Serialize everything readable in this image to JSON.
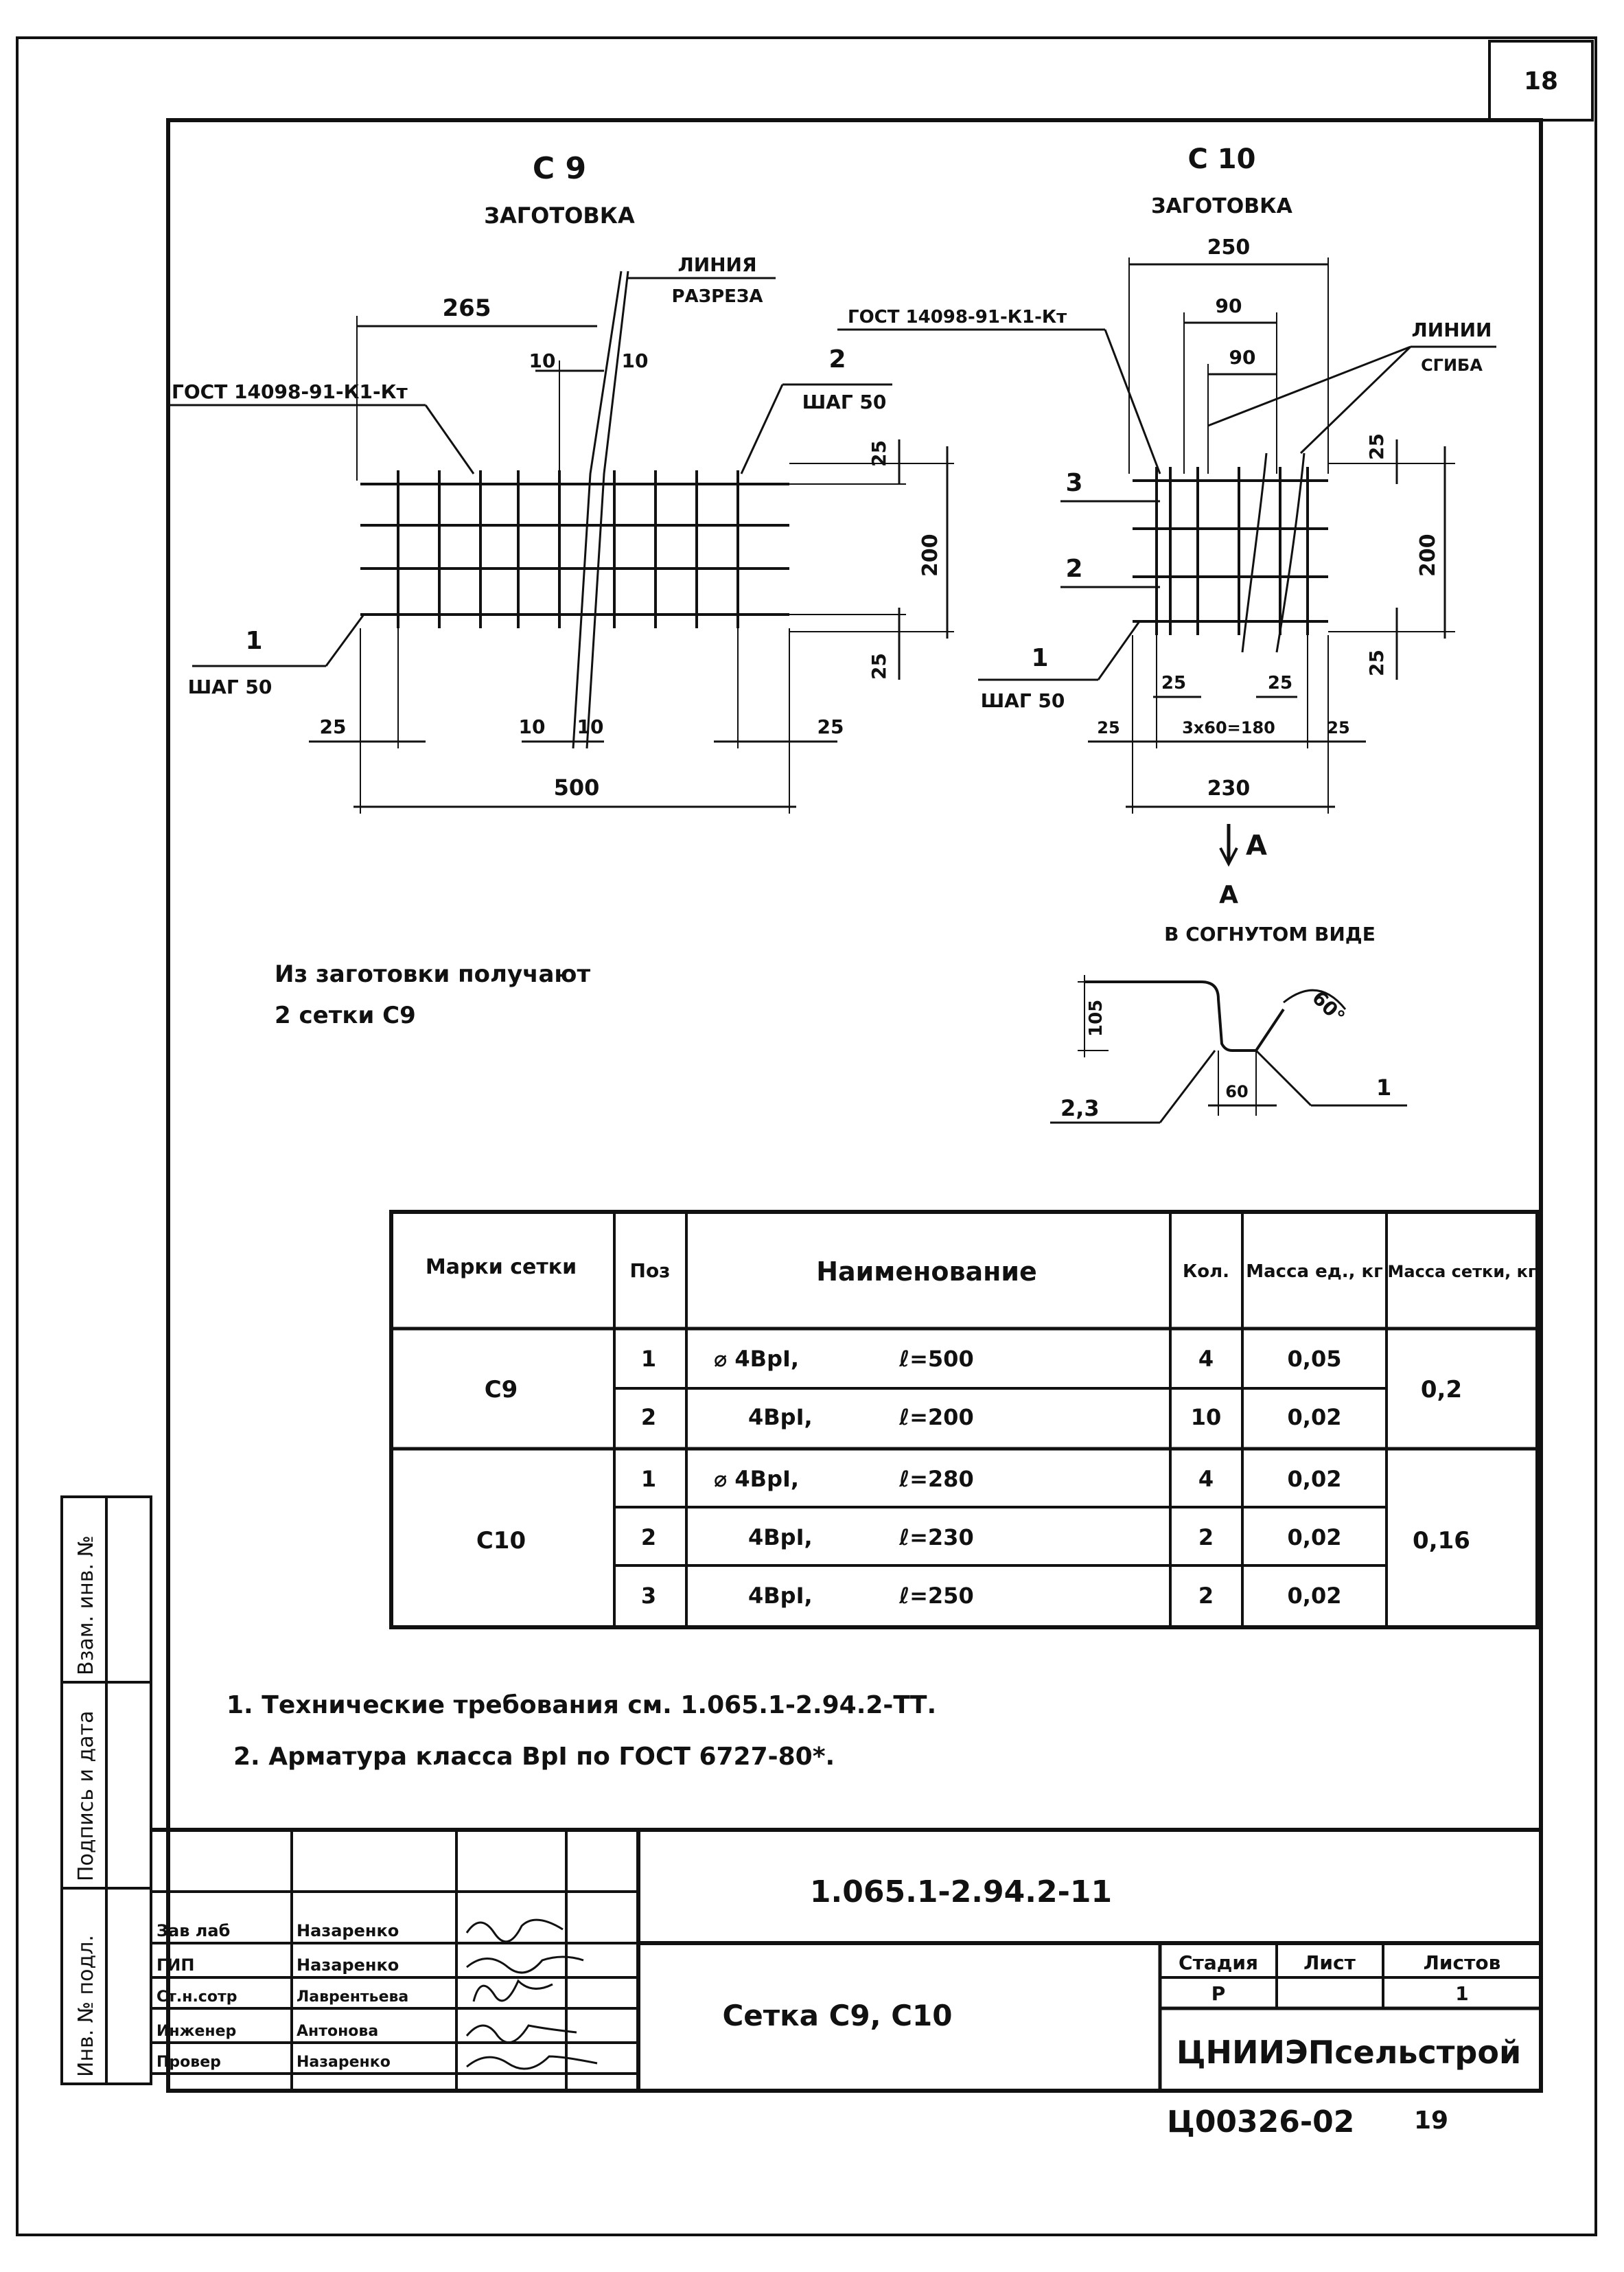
{
  "sheet_number": "18",
  "c9": {
    "title": "С 9",
    "subtitle": "ЗАГОТОВКА",
    "cut_line_label": [
      "ЛИНИЯ",
      "РАЗРЕЗА"
    ],
    "gost_label": "ГОСТ 14098-91-К1-Кт",
    "pos2_label": "2",
    "pos2_step": "ШАГ 50",
    "pos1_label": "1",
    "pos1_step": "ШАГ 50",
    "dim_265": "265",
    "dim_10a": "10",
    "dim_10b": "10",
    "dim_25_top": "25",
    "dim_200": "200",
    "dim_25_bot": "25",
    "dim_25_left": "25",
    "dim_10c": "10",
    "dim_10d": "10",
    "dim_25_right": "25",
    "dim_500": "500",
    "note": [
      "Из заготовки получают",
      "2 сетки С9"
    ]
  },
  "c10": {
    "title": "С 10",
    "subtitle": "ЗАГОТОВКА",
    "dim_250": "250",
    "gost_label": "ГОСТ 14098-91-К1-Кт",
    "dim_90a": "90",
    "dim_90b": "90",
    "bend_label": [
      "ЛИНИИ",
      "СГИБА"
    ],
    "pos3_label": "3",
    "pos2_label": "2",
    "pos1_label": "1",
    "pos1_step": "ШАГ 50",
    "dim_25_top": "25",
    "dim_200": "200",
    "dim_25_bot": "25",
    "dim_25a": "25",
    "dim_25b": "25",
    "dim_25_left": "25",
    "dim_3x60": "3х60=180",
    "dim_25_right": "25",
    "dim_230": "230",
    "section_mark": "А",
    "bent_view_letter": "А",
    "bent_view_label": "В СОГНУТОМ ВИДЕ",
    "dim_105": "105",
    "dim_60": "60",
    "angle": "60°",
    "pos1": "1",
    "pos23": "2,3"
  },
  "table": {
    "headers": [
      "Марки сетки",
      "Поз",
      "Наименование",
      "Кол.",
      "Масса ед., кг",
      "Масса сетки, кг"
    ],
    "groups": [
      {
        "mark": "С9",
        "total_mass": "0,2",
        "rows": [
          {
            "pos": "1",
            "name": "⌀ 4ВрI,",
            "len": "ℓ=500",
            "qty": "4",
            "mass": "0,05"
          },
          {
            "pos": "2",
            "name": "4ВрI,",
            "len": "ℓ=200",
            "qty": "10",
            "mass": "0,02"
          }
        ]
      },
      {
        "mark": "С10",
        "total_mass": "0,16",
        "rows": [
          {
            "pos": "1",
            "name": "⌀ 4ВрI,",
            "len": "ℓ=280",
            "qty": "4",
            "mass": "0,02"
          },
          {
            "pos": "2",
            "name": "4ВрI,",
            "len": "ℓ=230",
            "qty": "2",
            "mass": "0,02"
          },
          {
            "pos": "3",
            "name": "4ВрI,",
            "len": "ℓ=250",
            "qty": "2",
            "mass": "0,02"
          }
        ]
      }
    ]
  },
  "notes": [
    "1. Технические требования см. 1.065.1-2.94.2-ТТ.",
    "2. Арматура класса ВрI по ГОСТ 6727-80*."
  ],
  "side_stamp": [
    "Взам. инв. №",
    "Подпись и дата",
    "Инв. № подл."
  ],
  "title_block": {
    "doc_code": "1.065.1-2.94.2-11",
    "title": "Сетка С9, С10",
    "stage_header": "Стадия",
    "sheet_header": "Лист",
    "sheets_header": "Листов",
    "stage": "Р",
    "sheet": "",
    "sheets": "1",
    "org": "ЦНИИЭПсельстрой",
    "staff": [
      {
        "role": "Зав лаб",
        "name": "Назаренко"
      },
      {
        "role": "ГИП",
        "name": "Назаренко"
      },
      {
        "role": "Ст.н.сотр",
        "name": "Лаврентьева"
      },
      {
        "role": "Инженер",
        "name": "Антонова"
      },
      {
        "role": "Провер",
        "name": "Назаренко"
      }
    ]
  },
  "bottom_code": "Ц00326-02",
  "bottom_page": "19"
}
